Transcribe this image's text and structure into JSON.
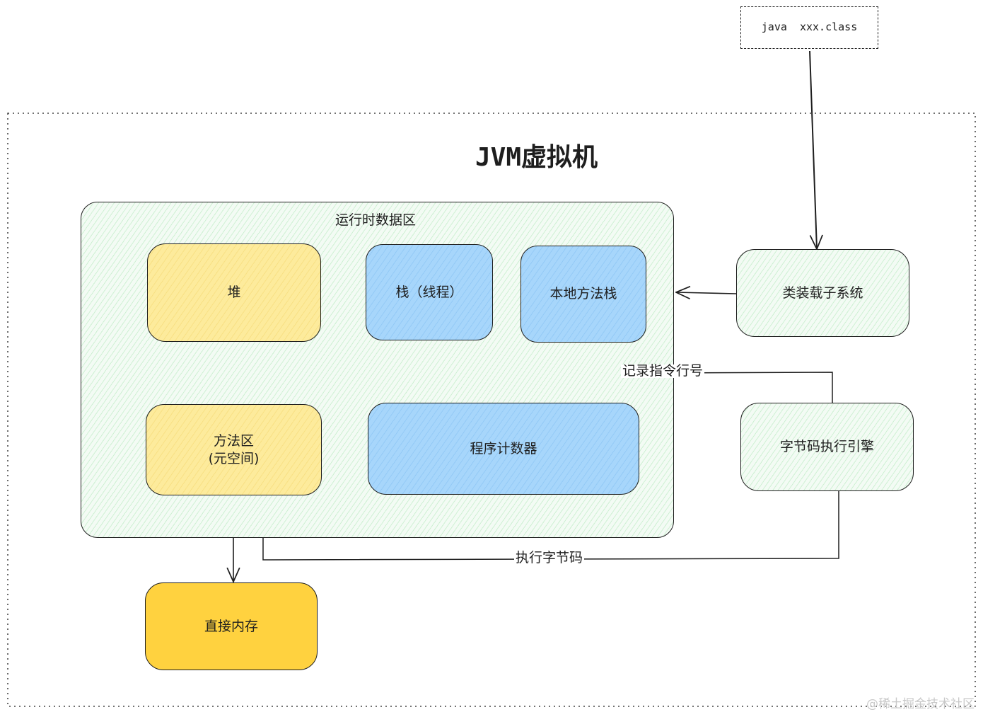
{
  "diagram": {
    "command": "java  xxx.class",
    "jvm_title": "JVM虚拟机",
    "runtime_area_label": "运行时数据区",
    "nodes": {
      "heap": "堆",
      "stack": "栈（线程）",
      "native_stack": "本地方法栈",
      "method_area_line1": "方法区",
      "method_area_line2": "(元空间)",
      "program_counter": "程序计数器",
      "direct_memory": "直接内存",
      "class_loader": "类装载子系统",
      "execution_engine": "字节码执行引擎"
    },
    "edges": {
      "record_instruction": "记录指令行号",
      "execute_bytecode": "执行字节码"
    }
  },
  "watermark": "@稀土掘金技术社区",
  "colors": {
    "stroke": "#1e1e1e",
    "green_fill": "#f3fbf4",
    "yellow_fill": "#fdeb9c",
    "blue_fill": "#a7d6fb",
    "direct_memory_fill": "#ffd23f"
  }
}
